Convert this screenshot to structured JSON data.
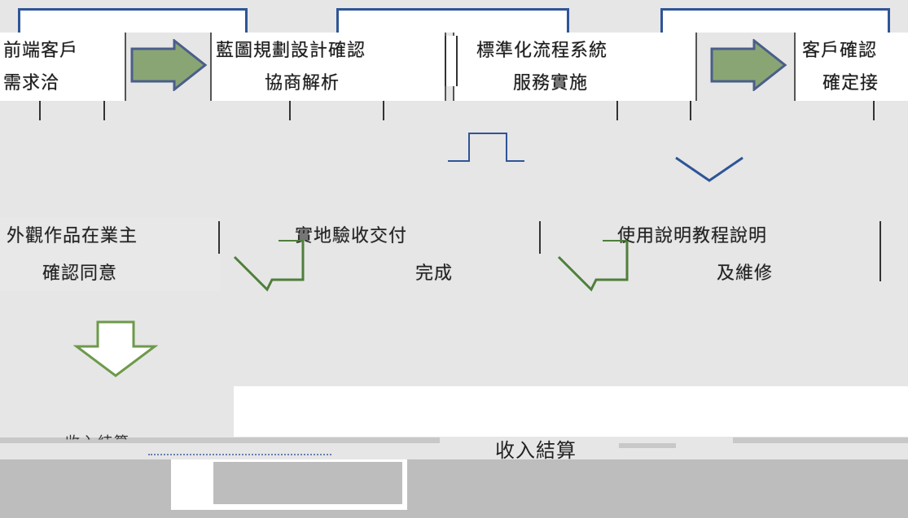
{
  "colors": {
    "frame_blue": "#2e5597",
    "arrow_green": "#8aa574",
    "arrow_outline": "#4a5e8a",
    "connector_green": "#4f7f3b",
    "bottom_gray": "#bdbdbd"
  },
  "top_row": {
    "step1": {
      "line1": "前端客戶",
      "line2": "需求洽"
    },
    "step2": {
      "line1": "藍圖規劃設計確認",
      "line2": "協商解析"
    },
    "step3": {
      "line1": "標準化流程系統",
      "line2": "服務實施"
    },
    "step4": {
      "line1": "客戶確認",
      "line2": "確定接"
    }
  },
  "middle_row": {
    "item1": {
      "line1": "外觀作品在業主",
      "line2": "確認同意"
    },
    "item2": {
      "line1": "實地驗收交付",
      "line2": "完成"
    },
    "item3": {
      "line1": "使用說明教程說明",
      "line2": "及維修"
    }
  },
  "bottom": {
    "left_label": "收入結算",
    "center_label": "收入結算"
  }
}
